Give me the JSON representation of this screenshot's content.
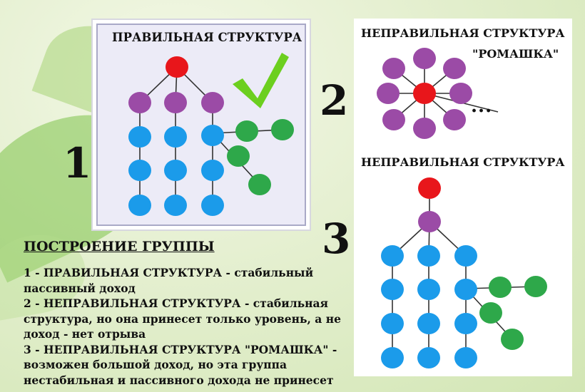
{
  "panel_correct": {
    "number": "1",
    "title": "ПРАВИЛЬНАЯ СТРУКТУРА",
    "checkmark_icon": "check-icon"
  },
  "panel_chamomile": {
    "number": "2",
    "title_line1": "НЕПРАВИЛЬНАЯ СТРУКТУРА",
    "title_line2": "\"РОМАШКА\"",
    "ellipsis": "..."
  },
  "panel_incorrect": {
    "number": "3",
    "title": "НЕПРАВИЛЬНАЯ СТРУКТУРА"
  },
  "section": {
    "heading": "ПОСТРОЕНИЕ  ГРУППЫ",
    "items": [
      "1 - ПРАВИЛЬНАЯ СТРУКТУРА -  стабильный пассивный доход",
      "2 - НЕПРАВИЛЬНАЯ СТРУКТУРА - стабильная структура, но она принесет только уровень, а не доход - нет отрыва",
      "3 - НЕПРАВИЛЬНАЯ СТРУКТУРА \"РОМАШКА\" - возможен большой доход, но эта группа нестабильная и пассивного дохода не принесет"
    ]
  },
  "colors": {
    "root": "#e8161b",
    "level1": "#9b4ba6",
    "chain": "#1b9bea",
    "branch": "#2ea84a",
    "check": "#6ccf1f"
  }
}
